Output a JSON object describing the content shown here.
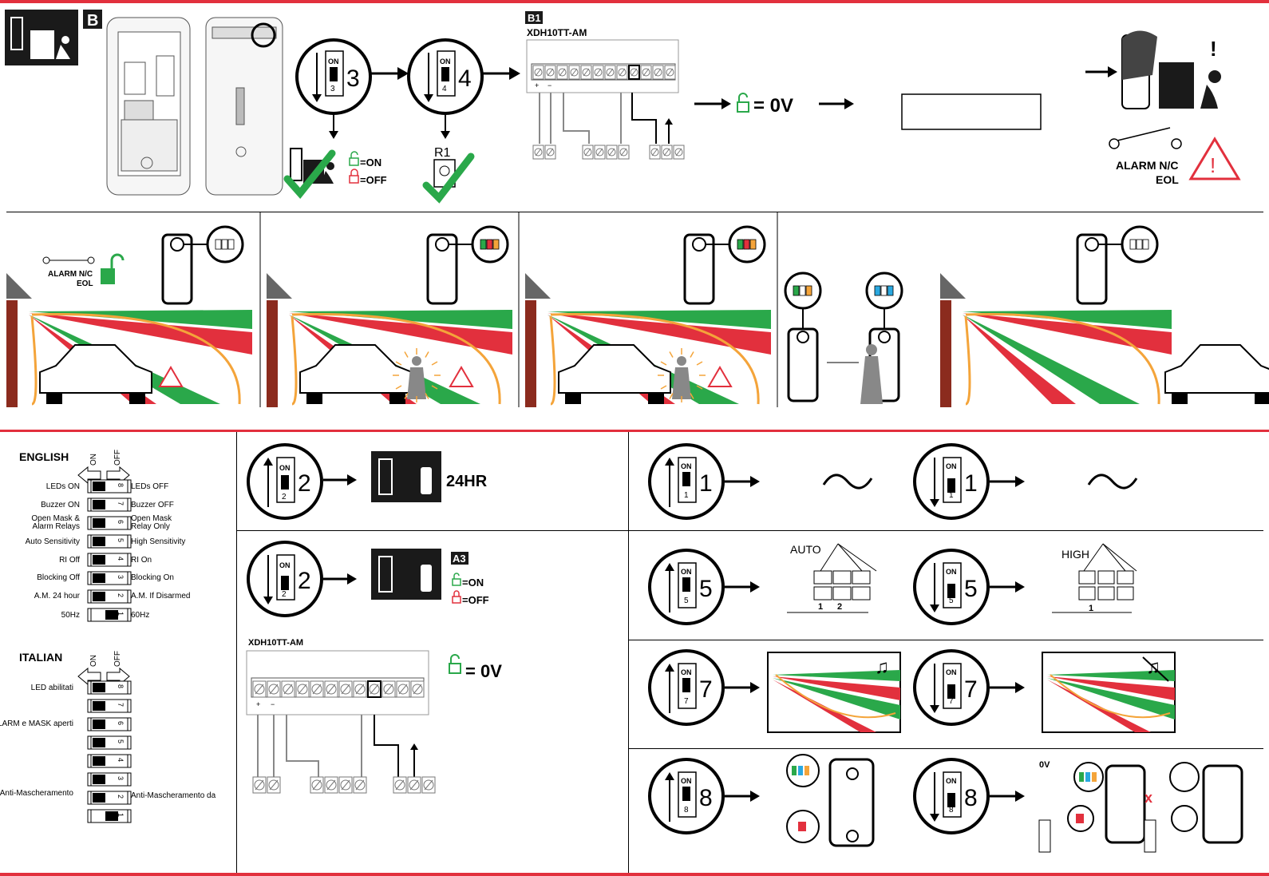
{
  "colors": {
    "accent_red": "#e2303d",
    "green": "#2aa84a",
    "orange": "#f4a43a",
    "blue": "#2aa8e0"
  },
  "top": {
    "b_badge": "B",
    "b1_badge": "B1",
    "model": "XDH10TT-AM",
    "dip3": "3",
    "dip4": "4",
    "dip_on": "ON",
    "r1": "R1",
    "on_label": "=ON",
    "off_label": "=OFF",
    "zero_v": "= 0V",
    "alarm": "ALARM N/C",
    "eol": "EOL",
    "excl": "!"
  },
  "scenes": {
    "alarm": "ALARM N/C",
    "eol": "EOL"
  },
  "english": {
    "title": "ENGLISH",
    "on": "ON",
    "off": "OFF",
    "left": [
      "LEDs ON",
      "Buzzer ON",
      "Open Mask &",
      "Alarm Relays",
      "Auto Sensitivity",
      "RI  Off",
      "Blocking Off",
      "A.M. 24 hour",
      "50Hz"
    ],
    "right": [
      "LEDs OFF",
      "Buzzer OFF",
      "Open Mask",
      "Relay Only",
      "High Sensitivity",
      "RI  On",
      "Blocking On",
      "A.M. If Disarmed",
      "60Hz"
    ],
    "nums": [
      "8",
      "7",
      "6",
      "5",
      "4",
      "3",
      "2",
      "1"
    ]
  },
  "italian": {
    "title": "ITALIAN",
    "on": "ON",
    "off": "OFF",
    "left": [
      "LED abilitati",
      "ALARM e MASK aperti",
      "Anti-Mascheramento"
    ],
    "right": [
      "Anti-Mascheramento da"
    ],
    "nums": [
      "8",
      "7",
      "6",
      "5",
      "4",
      "3",
      "2",
      "1"
    ]
  },
  "mid": {
    "dip2": "2",
    "hr24": "24HR",
    "a3": "A3",
    "on_label": "=ON",
    "off_label": "=OFF",
    "model": "XDH10TT-AM",
    "zero_v": "= 0V"
  },
  "right": {
    "dip1": "1",
    "dip5": "5",
    "dip7": "7",
    "dip8": "8",
    "auto": "AUTO",
    "high": "HIGH",
    "zone1": "1",
    "zone2": "2",
    "zero_v": "0V",
    "x": "x"
  }
}
